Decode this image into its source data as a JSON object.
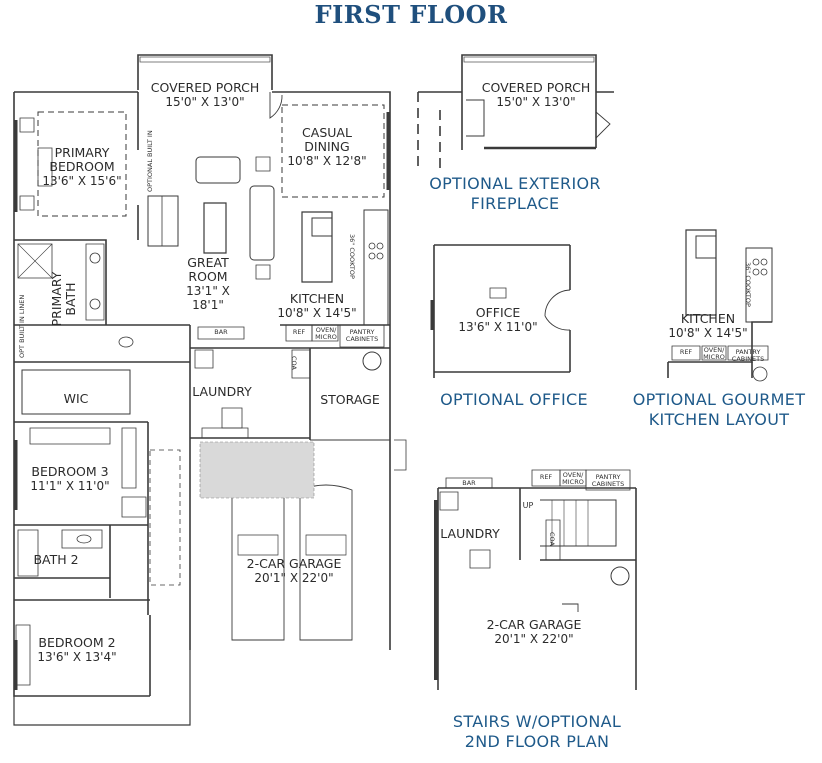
{
  "title": "FIRST FLOOR",
  "rooms": {
    "covered_porch": {
      "name": "COVERED PORCH",
      "dim": "15'0\" X 13'0\""
    },
    "casual_dining": {
      "name": "CASUAL DINING",
      "dim": "10'8\" X 12'8\""
    },
    "primary_bedroom": {
      "name": "PRIMARY BEDROOM",
      "dim": "13'6\" X 15'6\""
    },
    "great_room": {
      "name": "GREAT ROOM",
      "dim": "13'1\" X 18'1\""
    },
    "kitchen": {
      "name": "KITCHEN",
      "dim": "10'8\" X 14'5\""
    },
    "primary_bath": {
      "name": "PRIMARY BATH"
    },
    "laundry": {
      "name": "LAUNDRY"
    },
    "storage": {
      "name": "STORAGE"
    },
    "wic": {
      "name": "WIC"
    },
    "bedroom3": {
      "name": "BEDROOM 3",
      "dim": "11'1\" X 11'0\""
    },
    "garage": {
      "name": "2-CAR GARAGE",
      "dim": "20'1\" X 22'0\""
    },
    "bath2": {
      "name": "BATH 2"
    },
    "bedroom2": {
      "name": "BEDROOM 2",
      "dim": "13'6\" X 13'4\""
    }
  },
  "small_labels": {
    "optional_built_in": "OPTIONAL BUILT IN",
    "cooktop": "36\" COOKTOP",
    "bar": "BAR",
    "ref": "REF",
    "oven_micro": "OVEN/ MICRO",
    "pantry_cabinets": "PANTRY CABINETS",
    "opt_built_in_linen": "OPT BUILT IN LINEN",
    "coa": "COA",
    "up": "UP"
  },
  "options": {
    "exterior_fireplace": {
      "caption": "OPTIONAL EXTERIOR FIREPLACE",
      "room": {
        "name": "COVERED PORCH",
        "dim": "15'0\" X 13'0\""
      }
    },
    "office": {
      "caption": "OPTIONAL OFFICE",
      "room": {
        "name": "OFFICE",
        "dim": "13'6\" X 11'0\""
      }
    },
    "gourmet_kitchen": {
      "caption": "OPTIONAL GOURMET KITCHEN LAYOUT",
      "room": {
        "name": "KITCHEN",
        "dim": "10'8\" X 14'5\""
      }
    },
    "stairs": {
      "caption": "STAIRS W/OPTIONAL 2ND FLOOR PLAN",
      "laundry": "LAUNDRY",
      "garage": {
        "name": "2-CAR GARAGE",
        "dim": "20'1\" X 22'0\""
      }
    }
  },
  "colors": {
    "caption": "#1f5a8a",
    "title": "#1f4f7d",
    "wall": "#3a3a3a"
  }
}
